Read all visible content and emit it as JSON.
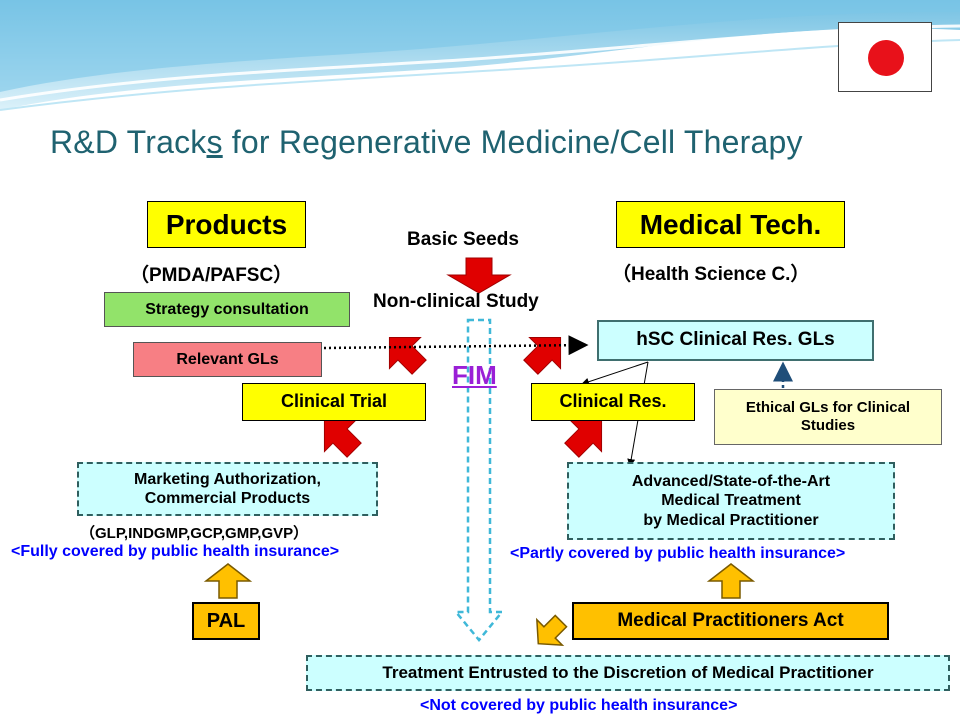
{
  "title": {
    "before": "R&D Track",
    "underlined": "s",
    "after": " for Regenerative Medicine/Cell Therapy"
  },
  "left": {
    "heading": "Products",
    "agency": "（PMDA/PAFSC）",
    "strategy": "Strategy consultation",
    "relevant_gls": "Relevant GLs",
    "clinical_trial": "Clinical Trial",
    "marketing": "Marketing Authorization, Commercial Products",
    "gxp": "（GLP,INDGMP,GCP,GMP,GVP）",
    "coverage": "<Fully covered by public health insurance>",
    "law": "PAL"
  },
  "center": {
    "basic_seeds": "Basic Seeds",
    "non_clinical": "Non-clinical Study",
    "fim": "FIM"
  },
  "right": {
    "heading": "Medical Tech.",
    "agency": "（Health Science C.）",
    "hsc": "hSC Clinical Res. GLs",
    "ethical": "Ethical GLs for Clinical Studies",
    "clinical_res": "Clinical Res.",
    "advanced_l1": "Advanced/State-of-the-Art",
    "advanced_l2": "Medical Treatment",
    "advanced_l3": "by Medical Practitioner",
    "coverage": "<Partly covered by public health insurance>",
    "law": "Medical Practitioners Act"
  },
  "bottom": {
    "treatment": "Treatment Entrusted to the Discretion of Medical Practitioner",
    "coverage": "<Not covered by public health insurance>"
  },
  "colors": {
    "title": "#1f6270",
    "highlight": "#ffff00",
    "red_arrow": "#e00000",
    "up_arrow": "#ffc000",
    "coverage_text": "#0000ff",
    "fim": "#9a1fd6"
  },
  "icons": [
    "japan-flag-icon",
    "arrow-down-icon",
    "arrow-up-icon"
  ]
}
